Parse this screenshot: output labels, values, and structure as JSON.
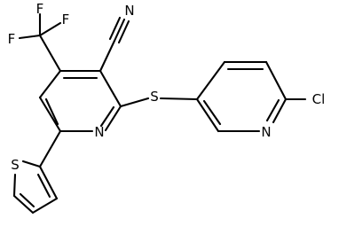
{
  "molecule": {
    "atoms": {
      "f_top": "F",
      "f_right": "F",
      "f_left": "F",
      "n_nitrile": "N",
      "n_pyridine_core": "N",
      "s_thioether": "S",
      "s_thiophene": "S",
      "n_pyridine_right": "N",
      "cl": "Cl"
    }
  },
  "colors": {
    "bond": "#000000",
    "label": "#000000",
    "background": "#ffffff"
  }
}
